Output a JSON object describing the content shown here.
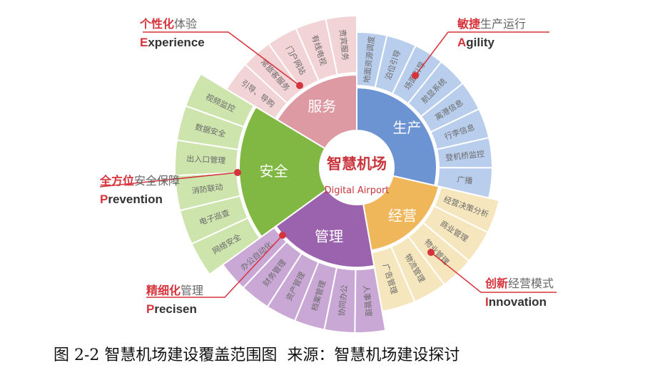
{
  "center": {
    "title": "智慧机场",
    "subtitle": "Digital Airport"
  },
  "segments": [
    {
      "name": "服务",
      "color": "#de9aa3",
      "outer_color": "#f2d3d6",
      "items": [
        "引导、导购",
        "常旅客服务",
        "门户网站",
        "有线电视",
        "贵宾服务"
      ]
    },
    {
      "name": "生产",
      "color": "#6c94d2",
      "outer_color": "#b9cdec",
      "items": [
        "地面资源调度",
        "泊位引导",
        "场面引导",
        "航显系统",
        "离港信息",
        "行李信息",
        "登机桥监控",
        "广播"
      ]
    },
    {
      "name": "经营",
      "color": "#f0b65a",
      "outer_color": "#f6e6bd",
      "items": [
        "经营决策分析",
        "商业管理",
        "物业管理",
        "物流管理",
        "广告管理"
      ]
    },
    {
      "name": "管理",
      "color": "#9b62ad",
      "outer_color": "#c9a8d6",
      "items": [
        "人事管理",
        "协同办公",
        "档案管理",
        "资产管理",
        "财务管理",
        "办公自动化"
      ]
    },
    {
      "name": "安全",
      "color": "#80b843",
      "outer_color": "#cde4ac",
      "items": [
        "网络安全",
        "电子巡查",
        "消防联动",
        "出入口管理",
        "数据安全",
        "视频监控"
      ]
    }
  ],
  "annotations": [
    {
      "cn_highlight": "个性化",
      "cn_rest": "体验",
      "en_first": "E",
      "en_rest": "xperience"
    },
    {
      "cn_highlight": "敏捷",
      "cn_rest": "生产运行",
      "en_first": "A",
      "en_rest": "gility"
    },
    {
      "cn_highlight": "全方位",
      "cn_rest": "安全保障",
      "en_first": "P",
      "en_rest": "revention"
    },
    {
      "cn_highlight": "精细化",
      "cn_rest": "管理",
      "en_first": "P",
      "en_rest": "recisen"
    },
    {
      "cn_highlight": "创新",
      "cn_rest": "经营模式",
      "en_first": "I",
      "en_rest": "nnovation"
    }
  ],
  "caption": "图 2-2 智慧机场建设覆盖范围图  来源：智慧机场建设探讨",
  "colors": {
    "accent": "#d6343c"
  }
}
